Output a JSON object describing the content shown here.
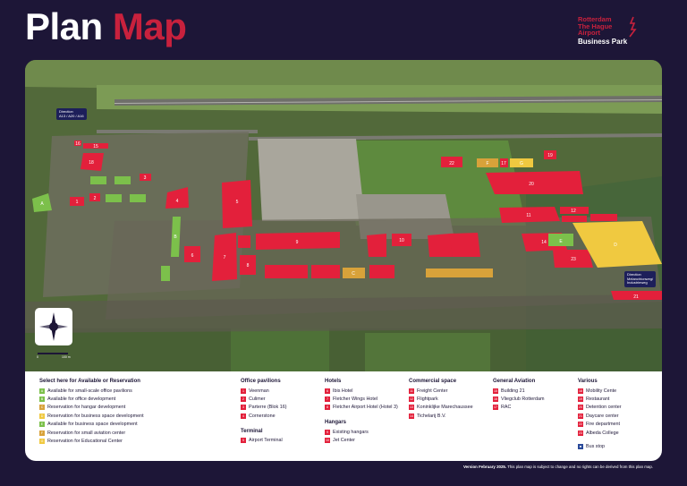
{
  "header": {
    "title_part1": "Plan",
    "title_part2": "Map",
    "logo_line1": "Rotterdam",
    "logo_line2": "The Hague",
    "logo_line3": "Airport",
    "logo_line4": "Business Park"
  },
  "map": {
    "direction_west": [
      "Direction",
      "A13 / A20 / A16"
    ],
    "direction_east": [
      "Direction",
      "Melanchtonweg/",
      "Industrieweg"
    ],
    "scale_labels": [
      "0",
      "100 m"
    ],
    "colors": {
      "red": "#e3203b",
      "green_office": "#7cc04b",
      "yellow_business": "#f0c940",
      "orange_hangar": "#d8a23a",
      "terminal_grey": "#c6c2b4",
      "navy": "#1d1637"
    },
    "plots": [
      {
        "label": "1",
        "color": "red"
      },
      {
        "label": "2",
        "color": "red"
      },
      {
        "label": "3",
        "color": "red"
      },
      {
        "label": "4",
        "color": "red"
      },
      {
        "label": "5",
        "color": "red"
      },
      {
        "label": "6",
        "color": "red"
      },
      {
        "label": "7",
        "color": "red"
      },
      {
        "label": "8",
        "color": "red"
      },
      {
        "label": "9",
        "color": "red"
      },
      {
        "label": "10",
        "color": "red"
      },
      {
        "label": "11",
        "color": "red"
      },
      {
        "label": "12",
        "color": "red"
      },
      {
        "label": "13",
        "color": "red"
      },
      {
        "label": "14",
        "color": "red"
      },
      {
        "label": "15",
        "color": "red"
      },
      {
        "label": "16",
        "color": "red"
      },
      {
        "label": "17",
        "color": "red"
      },
      {
        "label": "18",
        "color": "red"
      },
      {
        "label": "19",
        "color": "red"
      },
      {
        "label": "20",
        "color": "red"
      },
      {
        "label": "21",
        "color": "red"
      },
      {
        "label": "22",
        "color": "red"
      },
      {
        "label": "23",
        "color": "red"
      },
      {
        "label": "A",
        "color": "green"
      },
      {
        "label": "B",
        "color": "green"
      },
      {
        "label": "C",
        "color": "orange"
      },
      {
        "label": "D",
        "color": "yellow"
      },
      {
        "label": "E",
        "color": "green"
      },
      {
        "label": "F",
        "color": "orange"
      },
      {
        "label": "G",
        "color": "yellow"
      }
    ]
  },
  "legend": {
    "availability": {
      "heading": "Select here for Available or Reservation",
      "items": [
        {
          "key": "A",
          "label": "Available for small-scale office pavilions",
          "color": "#7cc04b"
        },
        {
          "key": "B",
          "label": "Available for office development",
          "color": "#7cc04b"
        },
        {
          "key": "C",
          "label": "Reservation for hangar development",
          "color": "#d8a23a"
        },
        {
          "key": "D",
          "label": "Reservation for business space development",
          "color": "#f0c940"
        },
        {
          "key": "E",
          "label": "Available for business space development",
          "color": "#7cc04b"
        },
        {
          "key": "F",
          "label": "Reservation for small aviation center",
          "color": "#d8a23a"
        },
        {
          "key": "G",
          "label": "Reservation for Educational Center",
          "color": "#f0c940"
        }
      ]
    },
    "office_pavilions": {
      "heading": "Office pavilions",
      "items": [
        {
          "key": "1",
          "label": "Veenman"
        },
        {
          "key": "2",
          "label": "Culimer"
        },
        {
          "key": "3",
          "label": "Parterre (Blok 16)"
        },
        {
          "key": "4",
          "label": "Cornerstone"
        }
      ]
    },
    "terminal": {
      "heading": "Terminal",
      "items": [
        {
          "key": "5",
          "label": "Airport Terminal"
        }
      ]
    },
    "hotels": {
      "heading": "Hotels",
      "items": [
        {
          "key": "6",
          "label": "Ibis Hotel"
        },
        {
          "key": "7",
          "label": "Fletcher Wings Hotel"
        },
        {
          "key": "8",
          "label": "Fletcher Airport Hotel (Hotel 3)"
        }
      ]
    },
    "hangars": {
      "heading": "Hangars",
      "items": [
        {
          "key": "9",
          "label": "Existing hangars"
        },
        {
          "key": "10",
          "label": "Jet Center"
        }
      ]
    },
    "commercial": {
      "heading": "Commercial space",
      "items": [
        {
          "key": "11",
          "label": "Freight Center"
        },
        {
          "key": "12",
          "label": "Flightpark"
        },
        {
          "key": "13",
          "label": "Koninklijke Marechaussee"
        },
        {
          "key": "14",
          "label": "Tichelarij B.V."
        }
      ]
    },
    "general_aviation": {
      "heading": "General Aviation",
      "items": [
        {
          "key": "15",
          "label": "Building 21"
        },
        {
          "key": "16",
          "label": "Vliegclub Rotterdam"
        },
        {
          "key": "17",
          "label": "RAC"
        }
      ]
    },
    "various": {
      "heading": "Various",
      "items": [
        {
          "key": "18",
          "label": "Mobility Cente"
        },
        {
          "key": "19",
          "label": "Restaurant"
        },
        {
          "key": "20",
          "label": "Detention center"
        },
        {
          "key": "21",
          "label": "Daycare center"
        },
        {
          "key": "22",
          "label": "Fire department"
        },
        {
          "key": "23",
          "label": "Albeda College"
        }
      ],
      "bus_stop": "Bus stop"
    }
  },
  "footer": {
    "version_bold": "Version February 2025.",
    "version_text": " This plan map is subject to change and no rights can be derived from this plan map."
  }
}
